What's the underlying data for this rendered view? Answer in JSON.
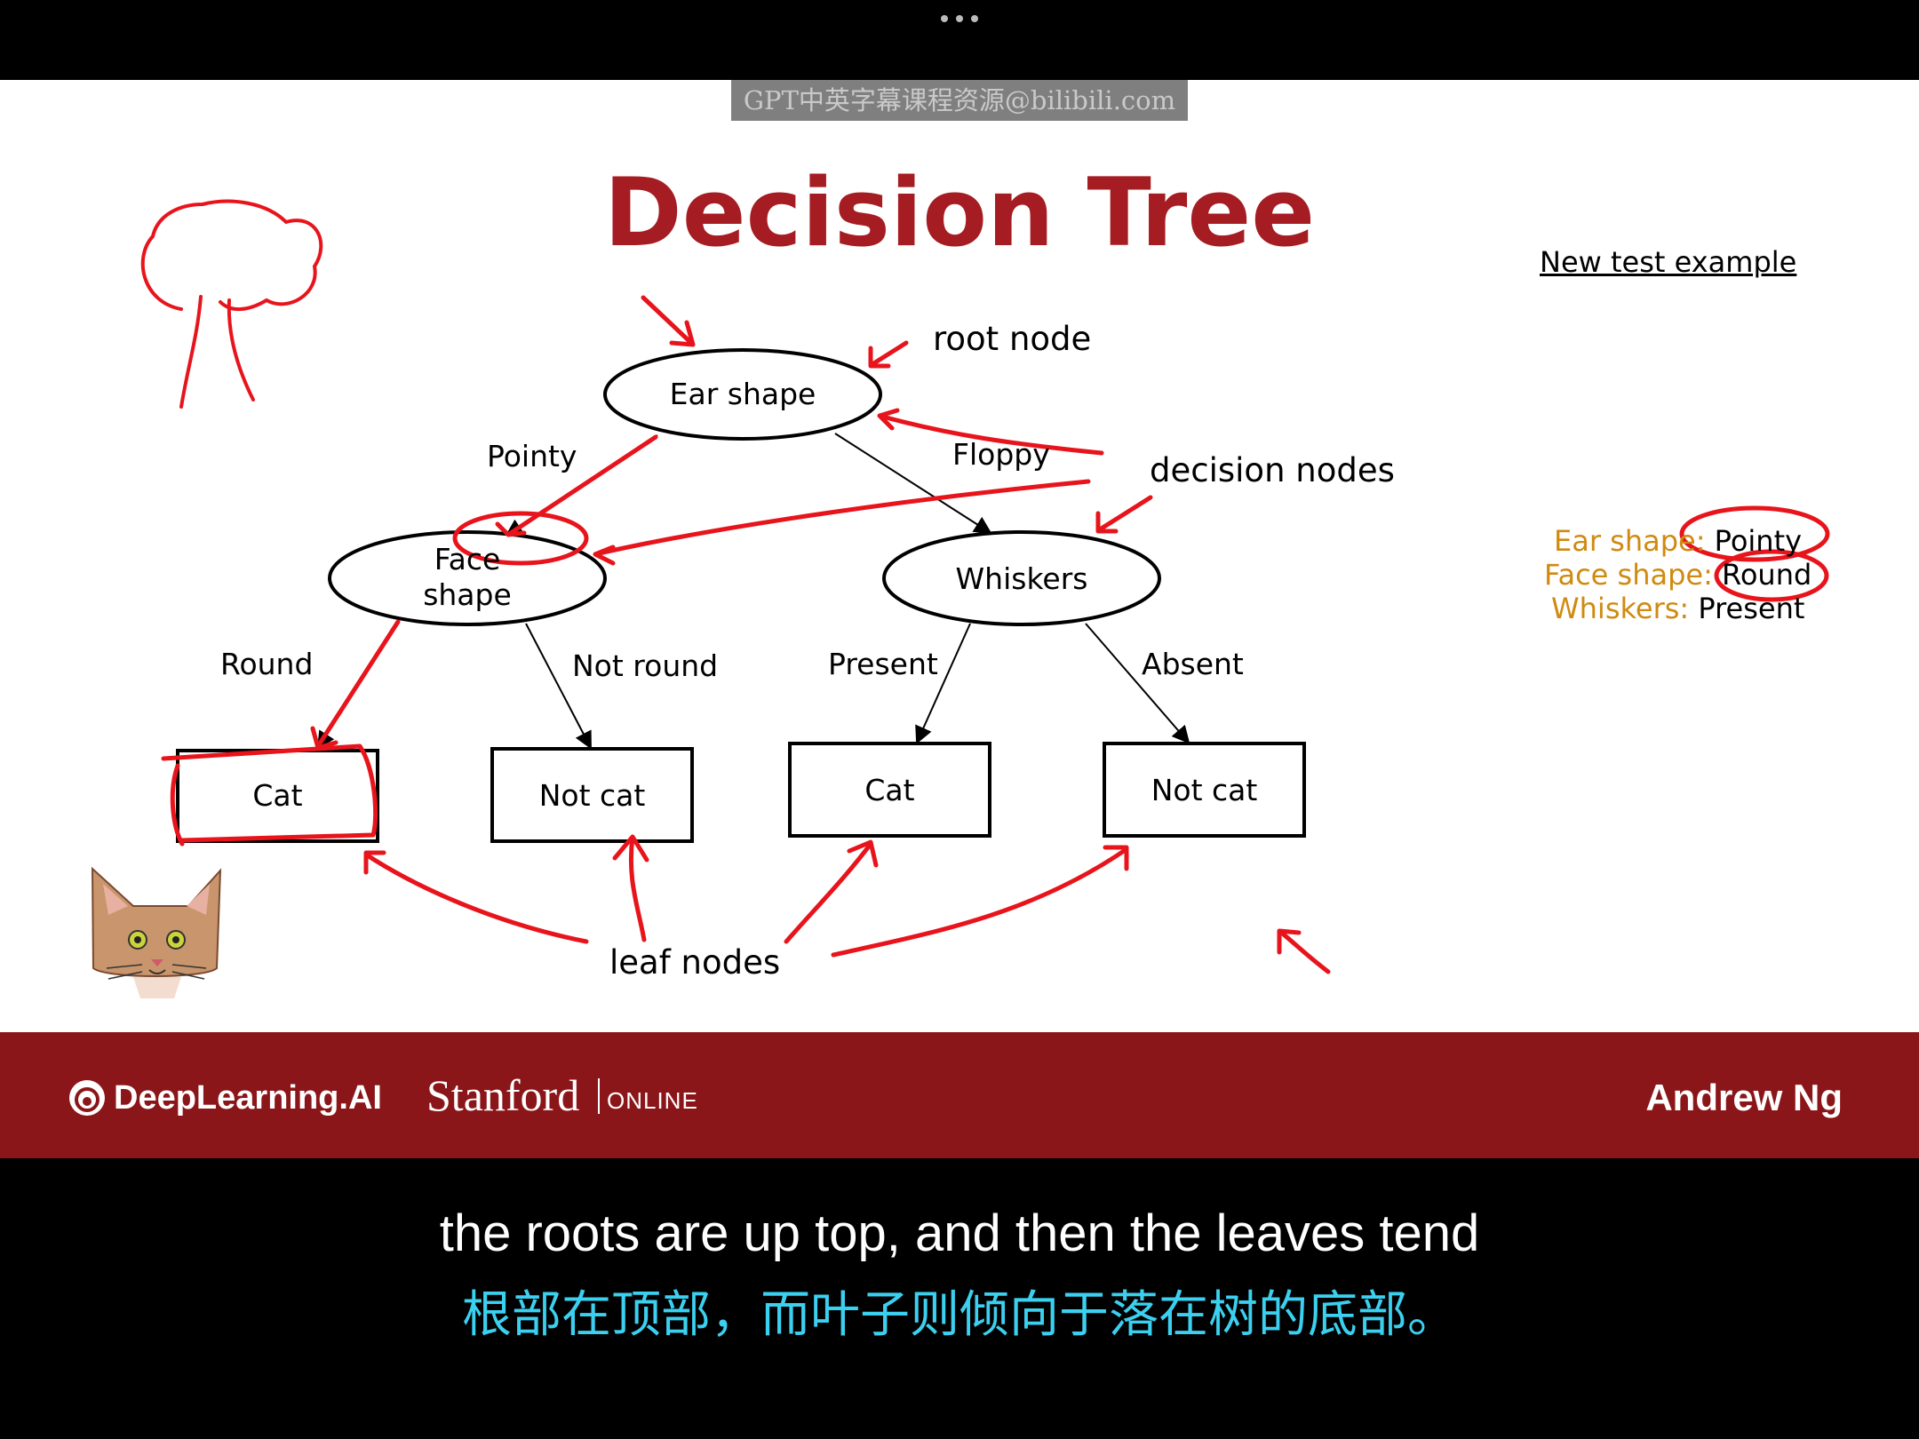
{
  "watermark": "GPT中英字幕课程资源@bilibili.com",
  "slide": {
    "title": "Decision Tree",
    "nodes": {
      "root": "Ear shape",
      "face_line1": "Face",
      "face_line2": "shape",
      "whiskers": "Whiskers",
      "leaf1": "Cat",
      "leaf2": "Not cat",
      "leaf3": "Cat",
      "leaf4": "Not cat"
    },
    "edges": {
      "pointy": "Pointy",
      "floppy": "Floppy",
      "round": "Round",
      "not_round": "Not round",
      "present": "Present",
      "absent": "Absent"
    },
    "annotations": {
      "root_node": "root node",
      "decision_nodes": "decision nodes",
      "leaf_nodes": "leaf nodes"
    },
    "test_example": {
      "heading": "New test example",
      "ear_key": "Ear shape:",
      "ear_val": "Pointy",
      "face_key": "Face shape:",
      "face_val": "Round",
      "whiskers_key": "Whiskers:",
      "whiskers_val": "Present"
    }
  },
  "footer": {
    "brand": "DeepLearning.AI",
    "stanford": "Stanford",
    "online": "ONLINE",
    "author": "Andrew Ng"
  },
  "subtitles": {
    "en": "the roots are up top, and then the leaves tend",
    "zh": "根部在顶部，而叶子则倾向于落在树的底部。"
  },
  "colors": {
    "title": "#a51c22",
    "footer": "#8b1619",
    "ink": "#e8141c",
    "subtitle_zh": "#3cd0f0",
    "feature_key": "#d08a10"
  }
}
